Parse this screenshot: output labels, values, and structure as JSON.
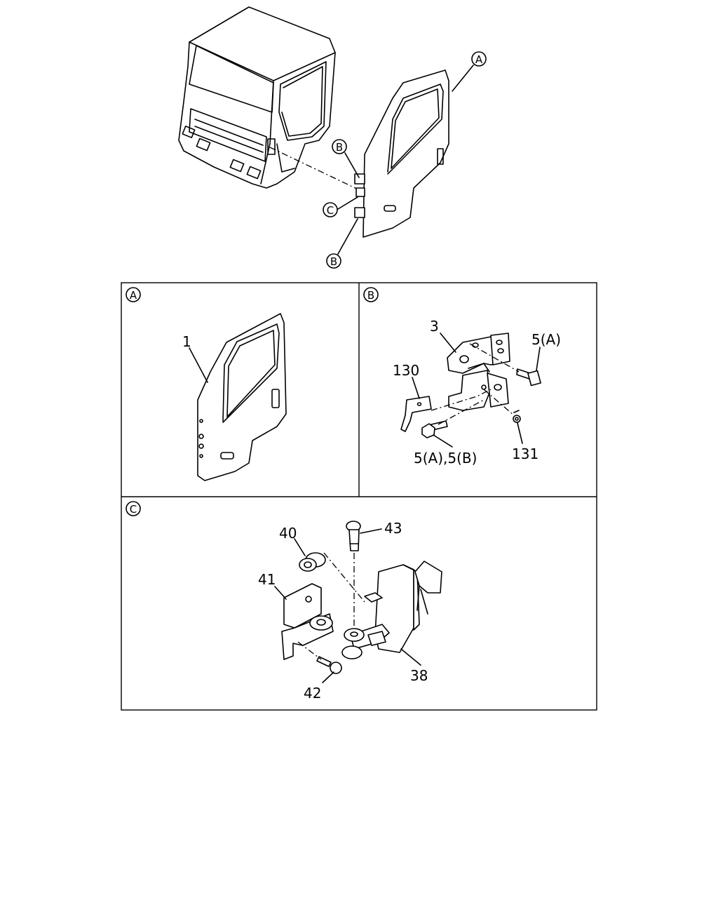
{
  "overview": {
    "callouts": [
      "A",
      "B",
      "C",
      "B"
    ]
  },
  "panels": {
    "A": {
      "marker": "A",
      "parts": [
        "1"
      ]
    },
    "B": {
      "marker": "B",
      "parts": [
        "3",
        "5(A)",
        "130",
        "5(A),5(B)",
        "131"
      ]
    },
    "C": {
      "marker": "C",
      "parts": [
        "40",
        "43",
        "41",
        "38",
        "42"
      ]
    }
  }
}
